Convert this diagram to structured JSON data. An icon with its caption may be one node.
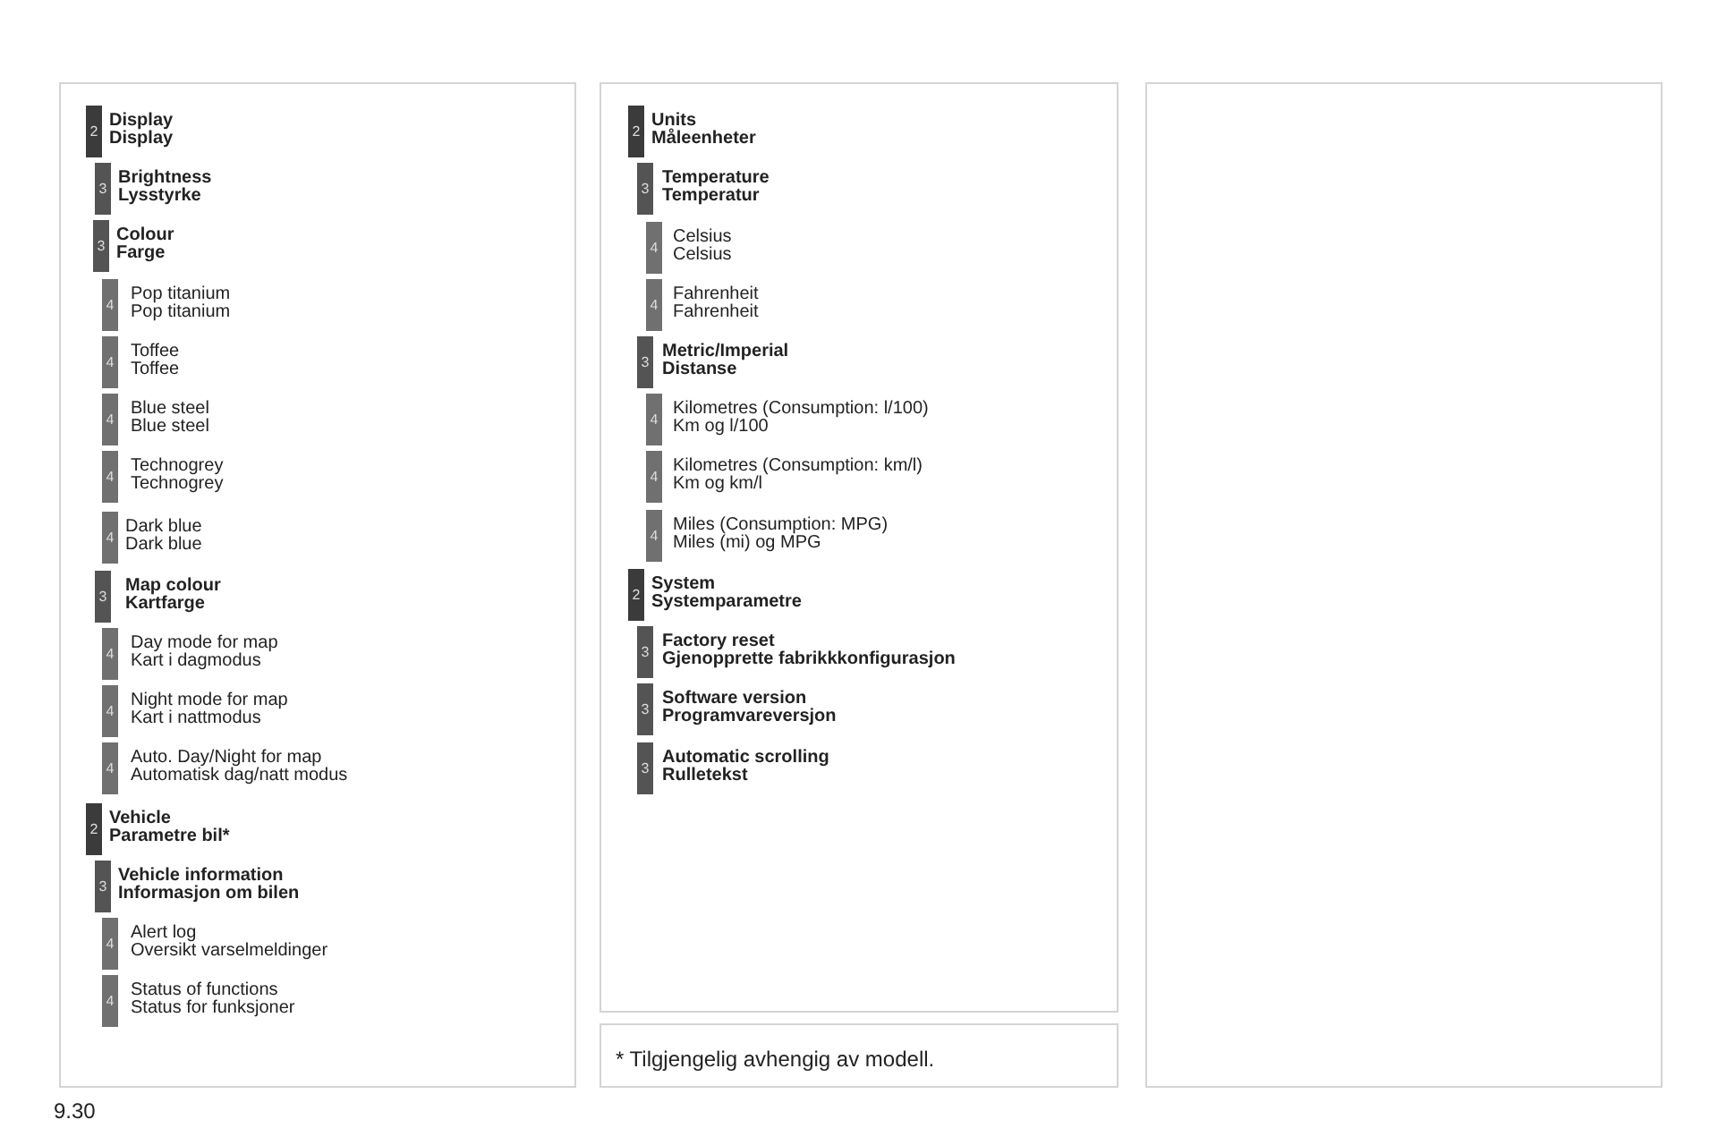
{
  "diagram": {
    "nodes": [
      {
        "text": [],
        "shape": "box"
      },
      {
        "text": [
          "2",
          "Display",
          "Display"
        ],
        "in": 0
      },
      {
        "text": [
          "3",
          "Brightness",
          "Lysstyrke"
        ],
        "in": 0
      },
      {
        "text": [
          "3",
          "Colour",
          "Farge"
        ],
        "in": 0
      },
      {
        "text": [
          "4",
          "Pop titanium",
          "Pop titanium"
        ],
        "in": 0
      },
      {
        "text": [
          "4",
          "Toffee",
          "Toffee"
        ],
        "in": 0
      },
      {
        "text": [
          "4",
          "Blue steel",
          "Blue steel"
        ],
        "in": 0
      },
      {
        "text": [
          "4",
          "Technogrey",
          "Technogrey"
        ],
        "in": 0
      },
      {
        "text": [
          "4",
          "Dark blue",
          "Dark blue"
        ],
        "in": 0
      },
      {
        "text": [
          "3",
          "Map colour",
          "Kartfarge"
        ],
        "in": 0
      },
      {
        "text": [
          "4",
          "Day mode for map",
          "Kart i dagmodus"
        ],
        "in": 0
      },
      {
        "text": [
          "4",
          "Night mode for map",
          "Kart i nattmodus"
        ],
        "in": 0
      },
      {
        "text": [
          "4",
          "Auto. Day/Night for map",
          "Automatisk dag/natt modus"
        ],
        "in": 0
      },
      {
        "text": [
          "2",
          "Vehicle",
          "Parametre bil*"
        ],
        "in": 0
      },
      {
        "text": [
          "3",
          "Vehicle information",
          "Informasjon om bilen"
        ],
        "in": 0
      },
      {
        "text": [
          "4",
          "Alert log",
          "Oversikt varselmeldinger"
        ],
        "in": 0
      },
      {
        "text": [
          "4",
          "Status of functions",
          "Status for funksjoner"
        ],
        "in": 0
      },
      {
        "text": [],
        "shape": "box"
      },
      {
        "text": [
          "2",
          "Units",
          "Måleenheter"
        ],
        "in": 17
      },
      {
        "text": [
          "3",
          "Temperature",
          "Temperatur"
        ],
        "in": 17
      },
      {
        "text": [
          "4",
          "Celsius",
          "Celsius"
        ],
        "in": 17
      },
      {
        "text": [
          "4",
          "Fahrenheit",
          "Fahrenheit"
        ],
        "in": 17
      },
      {
        "text": [
          "3",
          "Metric/Imperial",
          "Distanse"
        ],
        "in": 17
      },
      {
        "text": [
          "4",
          "Kilometres (Consumption: l/100)",
          "Km og l/100"
        ],
        "in": 17
      },
      {
        "text": [
          "4",
          "Kilometres (Consumption: km/l)",
          "Km og km/l"
        ],
        "in": 17
      },
      {
        "text": [
          "4",
          "Miles (Consumption: MPG)",
          "Miles (mi) og MPG"
        ],
        "in": 17
      },
      {
        "text": [
          "2",
          "System",
          "Systemparametre"
        ],
        "in": 17
      },
      {
        "text": [
          "3",
          "Factory reset",
          "Gjenopprette fabrikkkonfigurasjon"
        ],
        "in": 17
      },
      {
        "text": [
          "3",
          "Software version",
          "Programvareversjon"
        ],
        "in": 17
      },
      {
        "text": [
          "3",
          "Automatic scrolling",
          "Rulletekst"
        ],
        "in": 17
      },
      {
        "text": [
          "* Tilgjengelig avhengig av modell."
        ]
      },
      {
        "text": [],
        "shape": "box"
      }
    ],
    "labels": [
      "9.30"
    ]
  }
}
